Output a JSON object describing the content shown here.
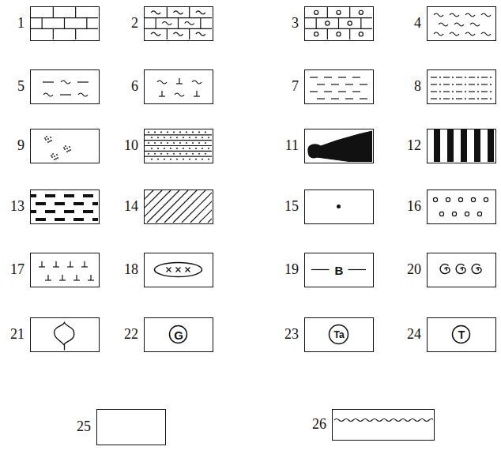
{
  "diagram": {
    "nodes": [
      {
        "text": [
          "1"
        ]
      },
      {
        "text": [
          "2"
        ]
      },
      {
        "text": [
          "3"
        ]
      },
      {
        "text": [
          "4"
        ]
      },
      {
        "text": [
          "5"
        ]
      },
      {
        "text": [
          "6"
        ]
      },
      {
        "text": [
          "7"
        ]
      },
      {
        "text": [
          "8"
        ]
      },
      {
        "text": [
          "9"
        ]
      },
      {
        "text": [
          "10"
        ]
      },
      {
        "text": [
          "11"
        ]
      },
      {
        "text": [
          "12"
        ]
      },
      {
        "text": [
          "13"
        ]
      },
      {
        "text": [
          "14"
        ]
      },
      {
        "text": [
          "15"
        ]
      },
      {
        "text": [
          "16"
        ]
      },
      {
        "text": [
          "17"
        ]
      },
      {
        "text": [
          "18"
        ]
      },
      {
        "text": [
          "19",
          "B"
        ]
      },
      {
        "text": [
          "20"
        ]
      },
      {
        "text": [
          "21"
        ]
      },
      {
        "text": [
          "22",
          "G"
        ]
      },
      {
        "text": [
          "23",
          "Ta"
        ]
      },
      {
        "text": [
          "24",
          "T"
        ]
      },
      {
        "text": [
          "25"
        ]
      },
      {
        "text": [
          "26"
        ]
      }
    ]
  }
}
